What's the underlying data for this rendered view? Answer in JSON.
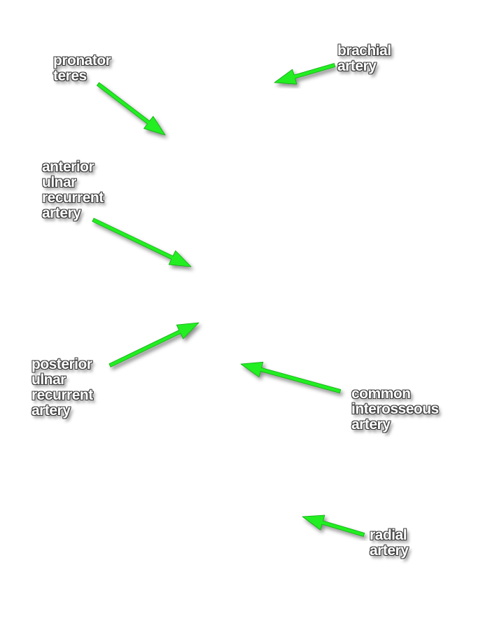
{
  "labels": {
    "pronator_teres": [
      "pronator",
      "teres"
    ],
    "brachial_artery": [
      "brachial",
      "artery"
    ],
    "anterior_ulnar_recurrent_artery": [
      "anterior",
      "ulnar",
      "recurrent",
      "artery"
    ],
    "posterior_ulnar_recurrent_artery": [
      "posterior",
      "ulnar",
      "recurrent",
      "artery"
    ],
    "common_interosseous_artery": [
      "common",
      "interosseous",
      "artery"
    ],
    "radial_artery": [
      "radial",
      "artery"
    ]
  },
  "colors": {
    "arrow": "#22ee22",
    "arrow_outline": "#11aa11",
    "label_text": "#ffffff",
    "label_outline": "#3a3a3a",
    "background": "#ffffff"
  }
}
